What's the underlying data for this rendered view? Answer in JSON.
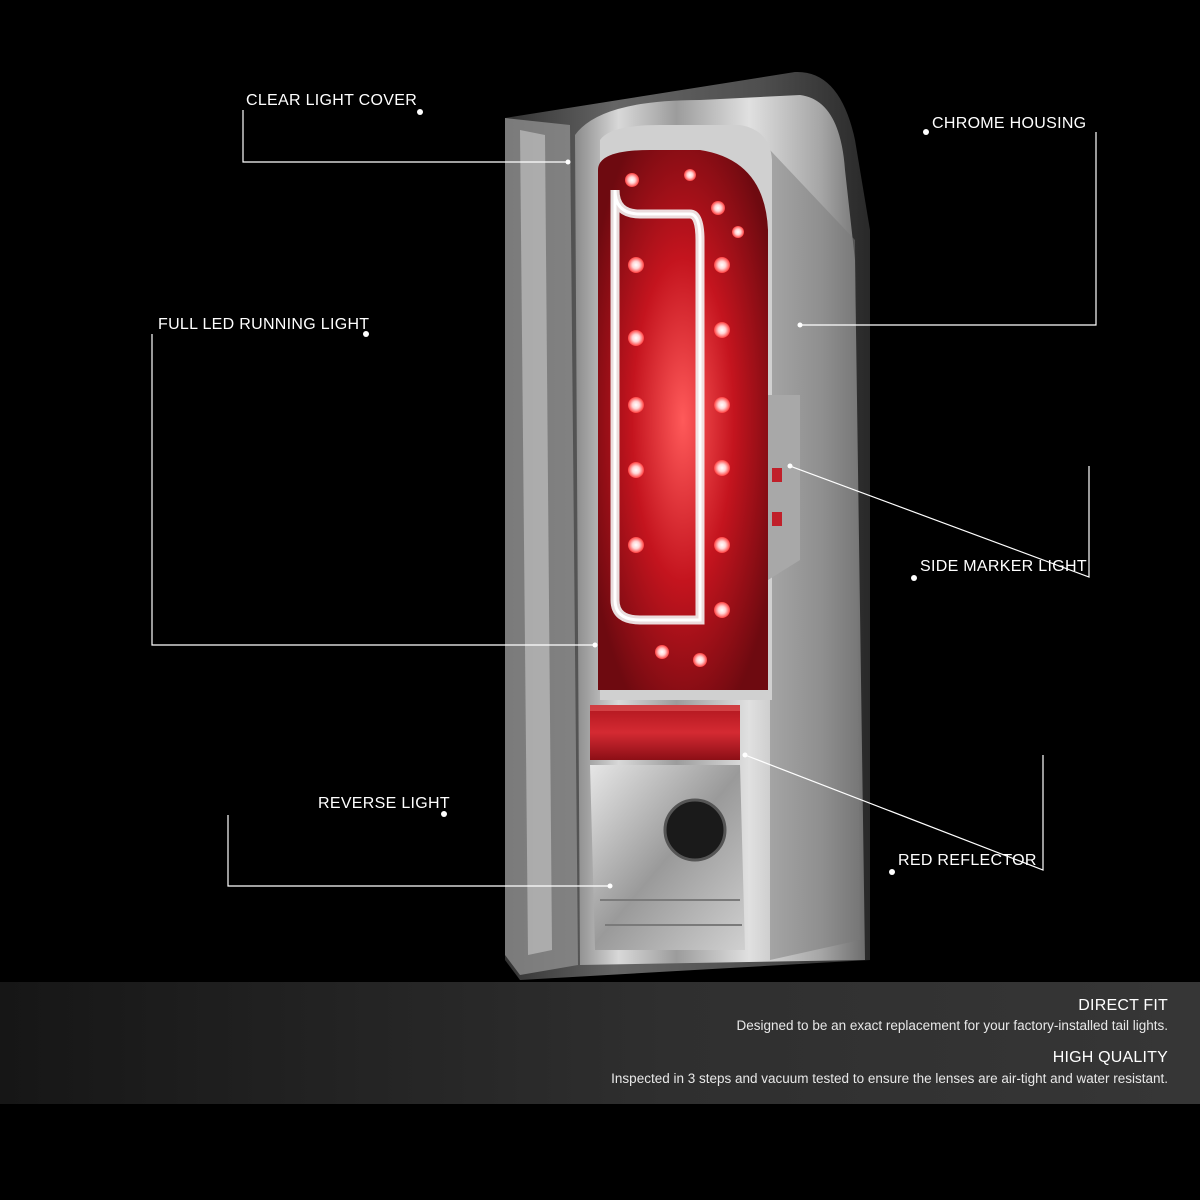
{
  "product": {
    "description": "Chrome housing clear lens LED tail light with red LEDs, red reflector and reverse light"
  },
  "callouts": {
    "clear_light_cover": "CLEAR LIGHT COVER",
    "chrome_housing": "CHROME HOUSING",
    "full_led_running_light": "FULL LED RUNNING LIGHT",
    "side_marker_light": "SIDE MARKER LIGHT",
    "reverse_light": "REVERSE LIGHT",
    "red_reflector": "RED REFLECTOR"
  },
  "features": [
    {
      "title": "DIRECT FIT",
      "description": "Designed to be an exact replacement for your factory-installed tail lights."
    },
    {
      "title": "HIGH QUALITY",
      "description": "Inspected in 3 steps and vacuum tested to ensure the lenses are air-tight and water resistant."
    }
  ],
  "colors": {
    "background": "#000000",
    "callout_line": "#ffffff",
    "led_red": "#d3202a",
    "chrome": "#bfbfbf"
  }
}
